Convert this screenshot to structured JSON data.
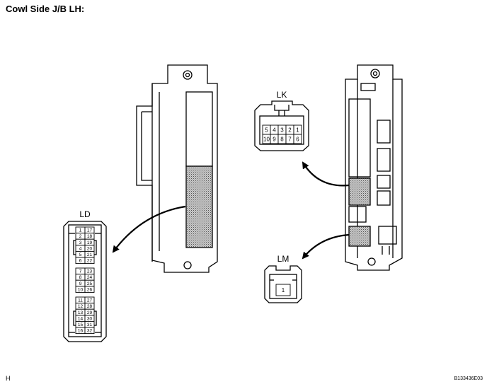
{
  "title": "Cowl Side J/B LH:",
  "footer": {
    "left": "H",
    "right": "B133436E03"
  },
  "connectors": {
    "ld": {
      "name": "LD",
      "pins": [
        [
          "1",
          "17"
        ],
        [
          "2",
          "18"
        ],
        [
          "3",
          "19"
        ],
        [
          "4",
          "20"
        ],
        [
          "5",
          "21"
        ],
        [
          "6",
          "22"
        ],
        [
          "7",
          "23"
        ],
        [
          "8",
          "24"
        ],
        [
          "9",
          "25"
        ],
        [
          "10",
          "26"
        ],
        [
          "11",
          "27"
        ],
        [
          "12",
          "28"
        ],
        [
          "13",
          "29"
        ],
        [
          "14",
          "30"
        ],
        [
          "15",
          "31"
        ],
        [
          "16",
          "32"
        ]
      ]
    },
    "lk": {
      "name": "LK",
      "pins_top": [
        "5",
        "4",
        "3",
        "2",
        "1"
      ],
      "pins_bottom": [
        "10",
        "9",
        "8",
        "7",
        "6"
      ]
    },
    "lm": {
      "name": "LM",
      "pins": [
        "1"
      ]
    }
  }
}
